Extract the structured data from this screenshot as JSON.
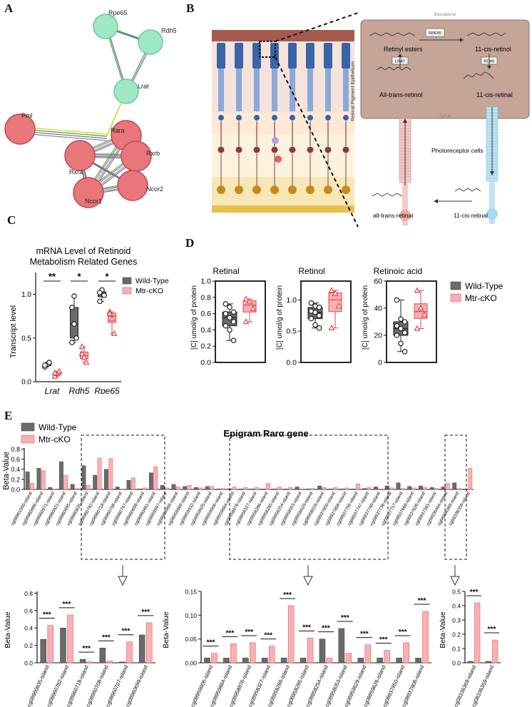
{
  "panels": {
    "A": "A",
    "B": "B",
    "C": "C",
    "D": "D",
    "E": "E"
  },
  "network": {
    "nodes": {
      "Rpe65": "Rpe65",
      "Rdh5": "Rdh5",
      "Lrat": "Lrat",
      "Pml": "Pml",
      "Rara": "Rara",
      "Rxrb": "Rxrb",
      "Rxra": "Rxra",
      "Ncor2": "Ncor2",
      "Ncor1": "Ncor1"
    },
    "colors": {
      "teal": "#9fe8c4",
      "red": "#e8767a"
    }
  },
  "pathway": {
    "basolateral": "Basolateral",
    "apical": "Apical",
    "rpe_label": "Retinal Pigment Epithelium",
    "retinyl_esters": "Retinyl esters",
    "cis_retinol": "11-cis-retinol",
    "lrat": "LRAT",
    "rpe65": "RPE65",
    "rdh5": "RDH5",
    "all_trans_retinol": "All-trans-retinol",
    "cis_retinal": "11-cis-retinal",
    "photoreceptor": "Photoreceptor cells",
    "all_trans_retinal": "all-trans-retinal",
    "cis_retinal2": "11-cis-retinal",
    "rpe_color": "#c5a597"
  },
  "legend": {
    "wt": "Wild-Type",
    "ko": "Mtr-cKO",
    "wt_color": "#6b6b6b",
    "ko_color": "#f7b0b3"
  },
  "c_chart": {
    "title1": "mRNA Level of Retinoid",
    "title2": "Metabolism Related Genes",
    "ylabel": "Transcript level",
    "ticks": [
      "0.0",
      "0.5",
      "1.0"
    ],
    "genes": [
      "Lrat",
      "Rdh5",
      "Rpe65"
    ],
    "sig": [
      "**",
      "*",
      "*"
    ]
  },
  "d_charts": {
    "ylabel": "[C] umol/g of protein",
    "retinal": {
      "title": "Retinal",
      "ticks": [
        "0.0",
        "0.2",
        "0.4",
        "0.6",
        "0.8",
        "1.0"
      ]
    },
    "retinol": {
      "title": "Retinol",
      "ticks": [
        "0.0",
        "0.5",
        "1.0"
      ]
    },
    "retinoic": {
      "title": "Retinoic acid",
      "ticks": [
        "0",
        "20",
        "40",
        "60"
      ]
    }
  },
  "e_main": {
    "title": "Epigram Rarα gene",
    "ylabel": "Beta-Value",
    "ticks": [
      "0.0",
      "0.2",
      "0.4",
      "0.6",
      "0.8"
    ]
  },
  "e_sub": {
    "ylabel": "Beta-Value",
    "sig": "***"
  },
  "chart_data": [
    {
      "type": "scatter",
      "title": "mRNA Level of Retinoid Metabolism Related Genes",
      "ylabel": "Transcript level",
      "ylim": [
        0,
        1.25
      ],
      "categories": [
        "Lrat",
        "Rdh5",
        "Rpe65"
      ],
      "series": [
        {
          "name": "Wild-Type",
          "values": [
            [
              0.17,
              0.2,
              0.22,
              0.19
            ],
            [
              0.85,
              0.66,
              0.5,
              0.45,
              0.98
            ],
            [
              0.92,
              1.05,
              0.99,
              1.02
            ]
          ]
        },
        {
          "name": "Mtr-cKO",
          "values": [
            [
              0.06,
              0.09,
              0.12,
              0.1
            ],
            [
              0.4,
              0.28,
              0.22,
              0.32
            ],
            [
              0.8,
              0.72,
              0.55,
              0.78
            ]
          ]
        }
      ]
    },
    {
      "type": "scatter",
      "title": "Retinal",
      "ylabel": "[C] umol/g of protein",
      "ylim": [
        0,
        1.0
      ],
      "series": [
        {
          "name": "Wild-Type",
          "values": [
            0.72,
            0.68,
            0.62,
            0.6,
            0.55,
            0.5,
            0.45,
            0.4,
            0.27
          ]
        },
        {
          "name": "Mtr-cKO",
          "values": [
            0.78,
            0.75,
            0.66,
            0.5
          ]
        }
      ]
    },
    {
      "type": "scatter",
      "title": "Retinol",
      "ylabel": "[C] umol/g of protein",
      "ylim": [
        0,
        1.3
      ],
      "series": [
        {
          "name": "Wild-Type",
          "values": [
            0.95,
            0.9,
            0.88,
            0.82,
            0.8,
            0.75,
            0.7,
            0.6,
            0.55
          ]
        },
        {
          "name": "Mtr-cKO",
          "values": [
            1.15,
            1.1,
            0.9,
            0.55
          ]
        }
      ]
    },
    {
      "type": "scatter",
      "title": "Retinoic acid",
      "ylabel": "[C] umol/g of protein",
      "ylim": [
        0,
        60
      ],
      "series": [
        {
          "name": "Wild-Type",
          "values": [
            46,
            32,
            30,
            27,
            25,
            22,
            20,
            14,
            8
          ]
        },
        {
          "name": "Mtr-cKO",
          "values": [
            53,
            40,
            35,
            25
          ]
        }
      ]
    },
    {
      "type": "bar",
      "title": "Epigram Rarα gene",
      "ylabel": "Beta-Value",
      "ylim": [
        0,
        0.85
      ],
      "categories": [
        "cg08961000-island",
        "cg08960986-island",
        "cg08960971-island",
        "cg08960921-island",
        "cg08960895-island",
        "cg08960835-island",
        "cg08960782-island",
        "cg08960718-island",
        "cg08960708-island",
        "cg08960707-island",
        "cg08960699-island",
        "cg08960461-island",
        "cg08959997-island",
        "cg08959989-island",
        "cg08959969-island",
        "cg08959932-island",
        "cg08959925-island",
        "cg08959906-island",
        "cg08959884-island",
        "cg08958876-island",
        "cg08958327-island",
        "cg08958286-island",
        "cg08958285-island",
        "cg08958254-island",
        "cg08958053-island",
        "cg08958029-island",
        "cg08958028-island",
        "cg08937850-island",
        "cg08937808-island",
        "cg08937756-island",
        "cg08937747-island",
        "cg08937740-island",
        "cg08937736-island",
        "cg08937717-island",
        "cg08937666-island",
        "cg08937626-island",
        "cg08937581-island",
        "cg08936404-island",
        "cg08936369-island",
        "cg08336359-island"
      ],
      "series": [
        {
          "name": "Wild-Type",
          "values": [
            0.35,
            0.42,
            0.04,
            0.55,
            0.1,
            0.47,
            0.28,
            0.4,
            0.05,
            0.18,
            0.01,
            0.33,
            0.08,
            0.1,
            0.06,
            0.04,
            0.06,
            0.01,
            0.01,
            0.01,
            0.01,
            0.01,
            0.01,
            0.01,
            0.05,
            0.01,
            0.07,
            0.01,
            0.01,
            0.01,
            0.02,
            0.05,
            0.07,
            0.13,
            0.06,
            0.07,
            0.04,
            0.05,
            0.13,
            0.01
          ]
        },
        {
          "name": "Mtr-cKO",
          "values": [
            0.12,
            0.37,
            0.01,
            0.28,
            0.02,
            0.08,
            0.62,
            0.61,
            0.01,
            0.23,
            0.03,
            0.45,
            0.03,
            0.05,
            0.08,
            0.03,
            0.06,
            0.02,
            0.05,
            0.04,
            0.04,
            0.12,
            0.05,
            0.04,
            0.01,
            0.02,
            0.04,
            0.04,
            0.03,
            0.11,
            0.04,
            0.01,
            0.03,
            0.02,
            0.03,
            0.04,
            0.02,
            0.12,
            0.02,
            0.42
          ]
        }
      ]
    },
    {
      "type": "bar",
      "ylabel": "Beta-Value",
      "ylim": [
        0,
        0.8
      ],
      "categories": [
        "cg08960835-island",
        "cg08960782-island",
        "cg08960718-island",
        "cg08960708-island",
        "cg08960707-island",
        "cg08960699-island"
      ],
      "series": [
        {
          "name": "Wild-Type",
          "values": [
            0.27,
            0.4,
            0.04,
            0.17,
            0.01,
            0.32
          ]
        },
        {
          "name": "Mtr-cKO",
          "values": [
            0.43,
            0.55,
            0.01,
            0.02,
            0.24,
            0.46
          ]
        }
      ]
    },
    {
      "type": "bar",
      "ylabel": "Beta-Value",
      "ylim": [
        0,
        0.15
      ],
      "categories": [
        "cg08959906-island",
        "cg08959884-island",
        "cg08958876-island",
        "cg08958327-island",
        "cg08958286-island",
        "cg08958285-island",
        "cg08958254-island",
        "cg08958053-island",
        "cg08959629-island",
        "cg08959628-island",
        "cg08937850-island",
        "cg08937808-island"
      ],
      "series": [
        {
          "name": "Wild-Type",
          "values": [
            0.01,
            0.01,
            0.01,
            0.01,
            0.01,
            0.01,
            0.05,
            0.072,
            0.01,
            0.01,
            0.01,
            0.01
          ]
        },
        {
          "name": "Mtr-cKO",
          "values": [
            0.02,
            0.04,
            0.042,
            0.035,
            0.12,
            0.052,
            0.01,
            0.02,
            0.038,
            0.026,
            0.042,
            0.108
          ]
        }
      ]
    },
    {
      "type": "bar",
      "ylabel": "Beta-Value",
      "ylim": [
        0,
        0.5
      ],
      "categories": [
        "cg08336369-island",
        "cg08336359-island"
      ],
      "series": [
        {
          "name": "Wild-Type",
          "values": [
            0.01,
            0.01
          ]
        },
        {
          "name": "Mtr-cKO",
          "values": [
            0.42,
            0.16
          ]
        }
      ]
    }
  ]
}
